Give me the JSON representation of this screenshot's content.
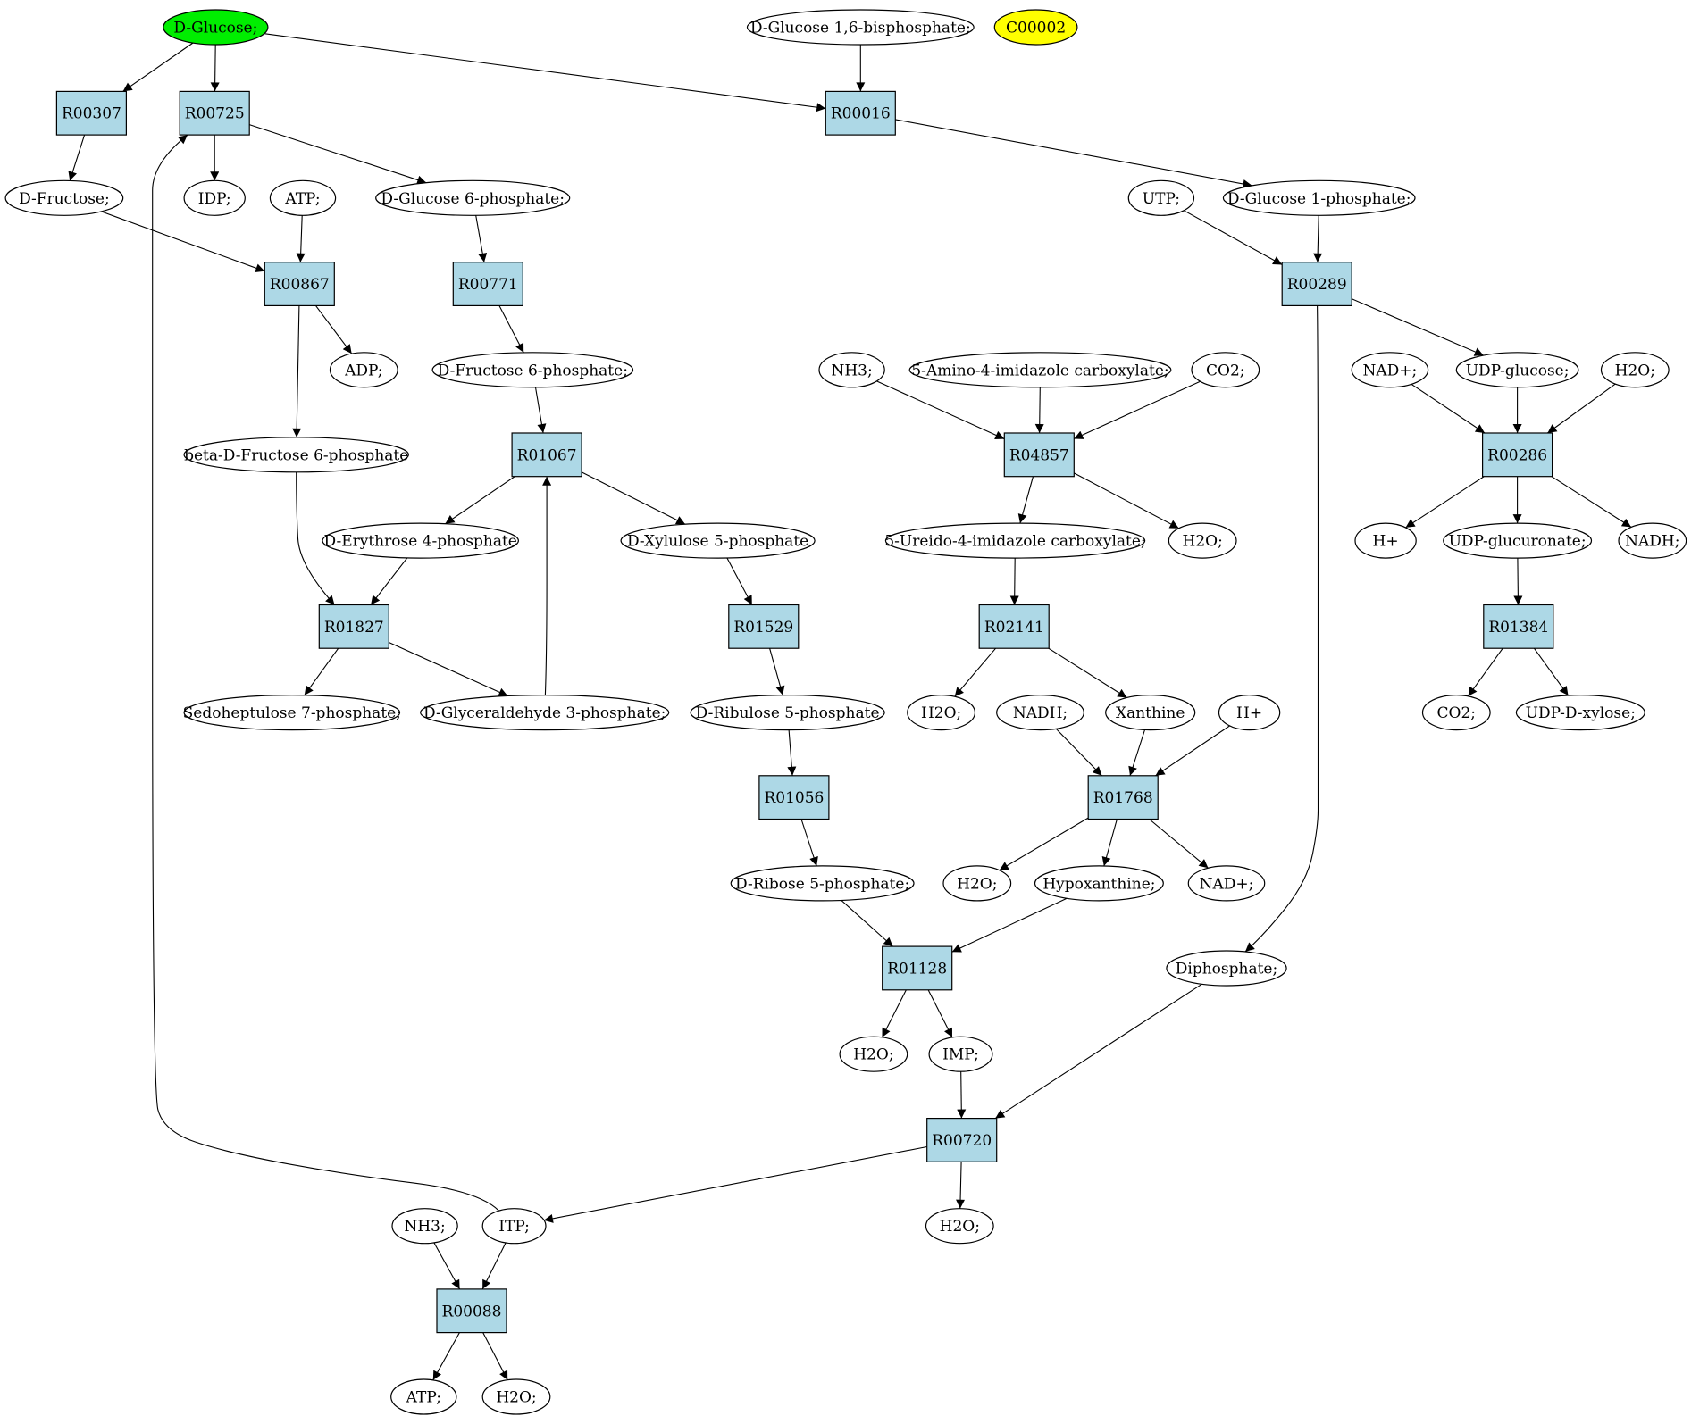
{
  "colors": {
    "reaction_fill": "#add8e6",
    "compound_fill": "#ffffff",
    "start_fill": "#00ee00",
    "highlight_fill": "#ffff00",
    "edge": "#000000"
  },
  "nodes": {
    "glc": {
      "label": "D-Glucose;",
      "kind": "compound",
      "fill": "start"
    },
    "g16bp": {
      "label": "D-Glucose 1,6-bisphosphate;",
      "kind": "compound"
    },
    "c00002": {
      "label": "C00002",
      "kind": "compound",
      "fill": "highlight"
    },
    "r00307": {
      "label": "R00307",
      "kind": "reaction"
    },
    "r00725": {
      "label": "R00725",
      "kind": "reaction"
    },
    "r00016": {
      "label": "R00016",
      "kind": "reaction"
    },
    "fru": {
      "label": "D-Fructose;",
      "kind": "compound"
    },
    "idp": {
      "label": "IDP;",
      "kind": "compound"
    },
    "atp1": {
      "label": "ATP;",
      "kind": "compound"
    },
    "g6p": {
      "label": "D-Glucose 6-phosphate;",
      "kind": "compound"
    },
    "utp": {
      "label": "UTP;",
      "kind": "compound"
    },
    "g1p": {
      "label": "D-Glucose 1-phosphate;",
      "kind": "compound"
    },
    "r00867": {
      "label": "R00867",
      "kind": "reaction"
    },
    "r00771": {
      "label": "R00771",
      "kind": "reaction"
    },
    "r00289": {
      "label": "R00289",
      "kind": "reaction"
    },
    "adp": {
      "label": "ADP;",
      "kind": "compound"
    },
    "f6p": {
      "label": "D-Fructose 6-phosphate;",
      "kind": "compound"
    },
    "nh3a": {
      "label": "NH3;",
      "kind": "compound"
    },
    "aica": {
      "label": "5-Amino-4-imidazole carboxylate;",
      "kind": "compound"
    },
    "co2a": {
      "label": "CO2;",
      "kind": "compound"
    },
    "nadp1": {
      "label": "NAD+;",
      "kind": "compound"
    },
    "udpg": {
      "label": "UDP-glucose;",
      "kind": "compound"
    },
    "h2o_a": {
      "label": "H2O;",
      "kind": "compound"
    },
    "bf6p": {
      "label": "beta-D-Fructose 6-phosphate",
      "kind": "compound"
    },
    "r01067": {
      "label": "R01067",
      "kind": "reaction"
    },
    "r04857": {
      "label": "R04857",
      "kind": "reaction"
    },
    "r00286": {
      "label": "R00286",
      "kind": "reaction"
    },
    "e4p": {
      "label": "D-Erythrose 4-phosphate",
      "kind": "compound"
    },
    "xu5p": {
      "label": "D-Xylulose 5-phosphate",
      "kind": "compound"
    },
    "uica": {
      "label": "5-Ureido-4-imidazole carboxylate;",
      "kind": "compound"
    },
    "h2o_b": {
      "label": "H2O;",
      "kind": "compound"
    },
    "hplus1": {
      "label": "H+",
      "kind": "compound"
    },
    "udpgla": {
      "label": "UDP-glucuronate;",
      "kind": "compound"
    },
    "nadh1": {
      "label": "NADH;",
      "kind": "compound"
    },
    "r01827": {
      "label": "R01827",
      "kind": "reaction"
    },
    "r01529": {
      "label": "R01529",
      "kind": "reaction"
    },
    "r02141": {
      "label": "R02141",
      "kind": "reaction"
    },
    "r01384": {
      "label": "R01384",
      "kind": "reaction"
    },
    "s7p": {
      "label": "Sedoheptulose 7-phosphate;",
      "kind": "compound"
    },
    "gap": {
      "label": "D-Glyceraldehyde 3-phosphate;",
      "kind": "compound"
    },
    "ru5p": {
      "label": "D-Ribulose 5-phosphate",
      "kind": "compound"
    },
    "h2o_c": {
      "label": "H2O;",
      "kind": "compound"
    },
    "nadh2": {
      "label": "NADH;",
      "kind": "compound"
    },
    "xan": {
      "label": "Xanthine",
      "kind": "compound"
    },
    "hplus2": {
      "label": "H+",
      "kind": "compound"
    },
    "co2b": {
      "label": "CO2;",
      "kind": "compound"
    },
    "udpxyl": {
      "label": "UDP-D-xylose;",
      "kind": "compound"
    },
    "r01056": {
      "label": "R01056",
      "kind": "reaction"
    },
    "r01768": {
      "label": "R01768",
      "kind": "reaction"
    },
    "r5p": {
      "label": "D-Ribose 5-phosphate;",
      "kind": "compound"
    },
    "h2o_d": {
      "label": "H2O;",
      "kind": "compound"
    },
    "hyp": {
      "label": "Hypoxanthine;",
      "kind": "compound"
    },
    "nadp2": {
      "label": "NAD+;",
      "kind": "compound"
    },
    "r01128": {
      "label": "R01128",
      "kind": "reaction"
    },
    "ppi": {
      "label": "Diphosphate;",
      "kind": "compound"
    },
    "h2o_e": {
      "label": "H2O;",
      "kind": "compound"
    },
    "imp": {
      "label": "IMP;",
      "kind": "compound"
    },
    "r00720": {
      "label": "R00720",
      "kind": "reaction"
    },
    "nh3b": {
      "label": "NH3;",
      "kind": "compound"
    },
    "itp": {
      "label": "ITP;",
      "kind": "compound"
    },
    "h2o_f": {
      "label": "H2O;",
      "kind": "compound"
    },
    "r00088": {
      "label": "R00088",
      "kind": "reaction"
    },
    "atp2": {
      "label": "ATP;",
      "kind": "compound"
    },
    "h2o_g": {
      "label": "H2O;",
      "kind": "compound"
    }
  },
  "edges": [
    [
      "glc",
      "r00307"
    ],
    [
      "glc",
      "r00725"
    ],
    [
      "glc",
      "r00016"
    ],
    [
      "g16bp",
      "r00016"
    ],
    [
      "r00307",
      "fru"
    ],
    [
      "r00725",
      "idp"
    ],
    [
      "r00725",
      "g6p"
    ],
    [
      "r00016",
      "g1p"
    ],
    [
      "fru",
      "r00867"
    ],
    [
      "atp1",
      "r00867"
    ],
    [
      "g6p",
      "r00771"
    ],
    [
      "utp",
      "r00289"
    ],
    [
      "g1p",
      "r00289"
    ],
    [
      "r00867",
      "adp"
    ],
    [
      "r00867",
      "bf6p"
    ],
    [
      "r00771",
      "f6p"
    ],
    [
      "r00289",
      "udpg"
    ],
    [
      "r00289",
      "ppi"
    ],
    [
      "f6p",
      "r01067"
    ],
    [
      "nh3a",
      "r04857"
    ],
    [
      "aica",
      "r04857"
    ],
    [
      "co2a",
      "r04857"
    ],
    [
      "nadp1",
      "r00286"
    ],
    [
      "udpg",
      "r00286"
    ],
    [
      "h2o_a",
      "r00286"
    ],
    [
      "r01067",
      "e4p"
    ],
    [
      "r01067",
      "xu5p"
    ],
    [
      "r04857",
      "uica"
    ],
    [
      "r04857",
      "h2o_b"
    ],
    [
      "r00286",
      "hplus1"
    ],
    [
      "r00286",
      "udpgla"
    ],
    [
      "r00286",
      "nadh1"
    ],
    [
      "bf6p",
      "r01827"
    ],
    [
      "e4p",
      "r01827"
    ],
    [
      "gap",
      "r01067"
    ],
    [
      "xu5p",
      "r01529"
    ],
    [
      "uica",
      "r02141"
    ],
    [
      "udpgla",
      "r01384"
    ],
    [
      "r01827",
      "s7p"
    ],
    [
      "r01827",
      "gap"
    ],
    [
      "r01529",
      "ru5p"
    ],
    [
      "r02141",
      "h2o_c"
    ],
    [
      "r02141",
      "xan"
    ],
    [
      "r01384",
      "co2b"
    ],
    [
      "r01384",
      "udpxyl"
    ],
    [
      "ru5p",
      "r01056"
    ],
    [
      "nadh2",
      "r01768"
    ],
    [
      "xan",
      "r01768"
    ],
    [
      "hplus2",
      "r01768"
    ],
    [
      "r01056",
      "r5p"
    ],
    [
      "r01768",
      "h2o_d"
    ],
    [
      "r01768",
      "hyp"
    ],
    [
      "r01768",
      "nadp2"
    ],
    [
      "r5p",
      "r01128"
    ],
    [
      "hyp",
      "r01128"
    ],
    [
      "r01128",
      "h2o_e"
    ],
    [
      "r01128",
      "imp"
    ],
    [
      "imp",
      "r00720"
    ],
    [
      "ppi",
      "r00720"
    ],
    [
      "r00720",
      "itp"
    ],
    [
      "r00720",
      "h2o_f"
    ],
    [
      "itp",
      "r00725"
    ],
    [
      "nh3b",
      "r00088"
    ],
    [
      "itp",
      "r00088"
    ],
    [
      "r00088",
      "atp2"
    ],
    [
      "r00088",
      "h2o_g"
    ]
  ]
}
